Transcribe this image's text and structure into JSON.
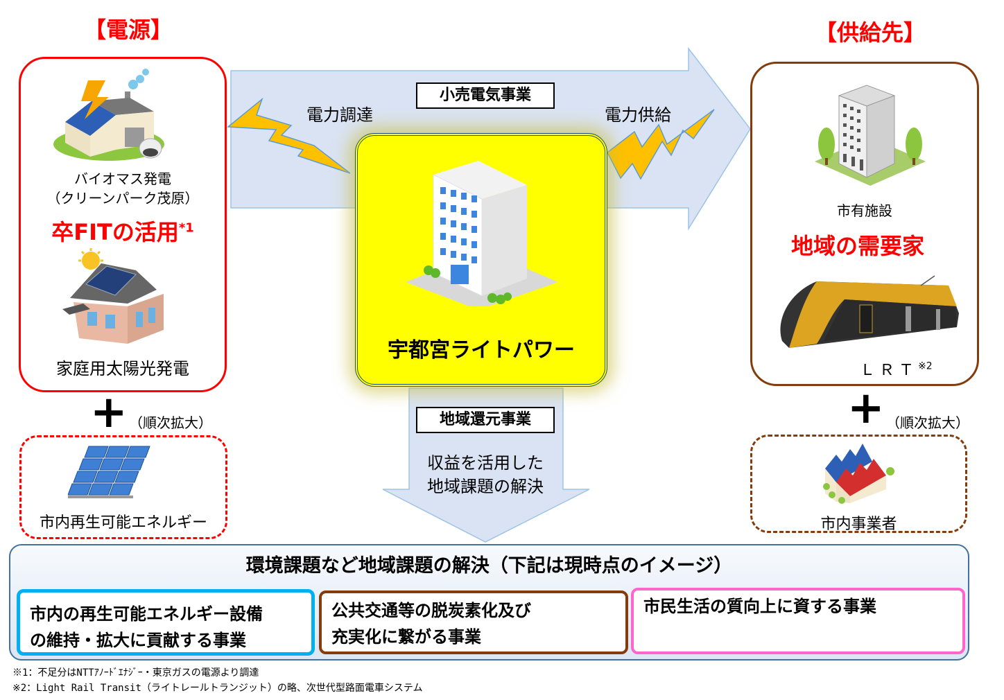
{
  "sources": {
    "heading": "【電源】",
    "biomass_label_1": "バイオマス発電",
    "biomass_label_2": "（クリーンパーク茂原）",
    "post_fit_label": "卒FITの活用",
    "post_fit_note": "*1",
    "home_solar_label": "家庭用太陽光発電",
    "expansion_note": "（順次拡大）",
    "city_renewable_label": "市内再生可能エネルギー"
  },
  "center": {
    "retail_business_label": "小売電気事業",
    "procurement_label": "電力調達",
    "supply_label": "電力供給",
    "company_name": "宇都宮ライトパワー",
    "return_business_label": "地域還元事業",
    "return_desc_1": "収益を活用した",
    "return_desc_2": "地域課題の解決"
  },
  "destinations": {
    "heading": "【供給先】",
    "city_facilities_label": "市有施設",
    "local_consumers_label": "地域の需要家",
    "lrt_label": "ＬＲＴ",
    "lrt_note": "※2",
    "expansion_note": "（順次拡大）",
    "city_businesses_label": "市内事業者"
  },
  "bottom": {
    "title": "環境課題など地域課題の解決（下記は現時点のイメージ）",
    "boxes": [
      {
        "line1": "市内の再生可能エネルギー設備",
        "line2": "の維持・拡大に貢献する事業",
        "color": "#00b0f0"
      },
      {
        "line1": "公共交通等の脱炭素化及び",
        "line2": "充実化に繋がる事業",
        "color": "#843c0c"
      },
      {
        "line1": "市民生活の質向上に資する事業",
        "line2": "",
        "color": "#ff66cc"
      }
    ]
  },
  "footnotes": [
    "※1：不足分はNTTｱﾉｰﾄﾞｴﾅｼﾞｰ・東京ガスの電源より調達",
    "※2：Light Rail Transit（ライトレールトランジット）の略、次世代型路面電車システム"
  ],
  "colors": {
    "accent_red": "#ff0000",
    "supply_brown": "#843c0c",
    "arrow_fill": "#dae3f3",
    "arrow_stroke": "#9dc3e6",
    "center_yellow": "#ffff00",
    "center_border": "#1f4e79",
    "bolt_orange": "#ffc000"
  }
}
